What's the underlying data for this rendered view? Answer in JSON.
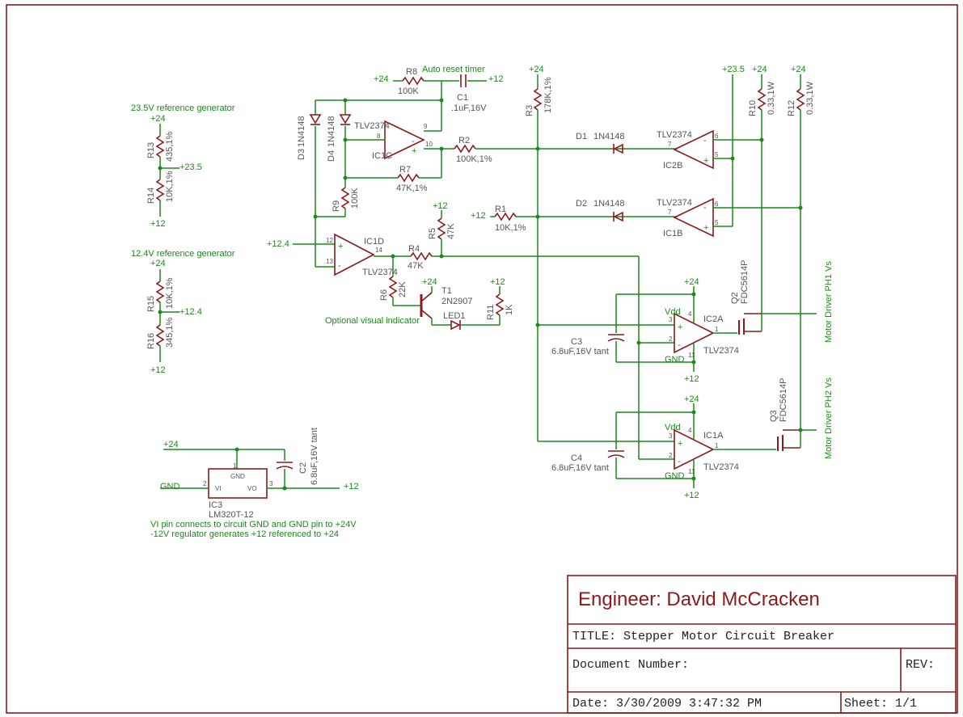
{
  "title_block": {
    "engineer": "Engineer: David McCracken",
    "title": "TITLE:  Stepper Motor Circuit Breaker",
    "document_number": "Document Number:",
    "rev": "REV:",
    "date": "Date: 3/30/2009 3:47:32 PM",
    "sheet": "Sheet: 1/1"
  },
  "notes": {
    "ref235": "23.5V reference generator",
    "ref124": "12.4V reference generator",
    "auto_reset": "Auto reset timer",
    "visual": "Optional visual indicator",
    "vi_note": "VI pin connects to circuit GND and GND pin to +24V",
    "reg_note": "-12V regulator generates +12 referenced to +24",
    "ph1": "Motor Driver PH1 Vs",
    "ph2": "Motor Driver PH2 Vs"
  },
  "nets": {
    "p24": "+24",
    "p12": "+12",
    "p235": "+23.5",
    "p124": "+12.4",
    "gnd": "GND"
  },
  "components": {
    "r8": {
      "name": "R8",
      "value": "100K"
    },
    "c1": {
      "name": "C1",
      "value": ".1uF,16V"
    },
    "r3": {
      "name": "R3",
      "value": "178K,1%"
    },
    "r10": {
      "name": "R10",
      "value": "0.33,1W"
    },
    "r12": {
      "name": "R12",
      "value": "0.33,1W"
    },
    "d3": {
      "name": "D3",
      "value": "1N4148"
    },
    "d4": {
      "name": "D4",
      "value": "1N4148"
    },
    "ic1c": {
      "name": "IC1C",
      "value": "TLV2374"
    },
    "r2": {
      "name": "R2",
      "value": "100K,1%"
    },
    "r7": {
      "name": "R7",
      "value": "47K,1%"
    },
    "r9": {
      "name": "R9",
      "value": "100K"
    },
    "d1": {
      "name": "D1",
      "value": "1N4148"
    },
    "d2": {
      "name": "D2",
      "value": "1N4148"
    },
    "ic2b": {
      "name": "IC2B",
      "value": "TLV2374"
    },
    "ic1b": {
      "name": "IC1B",
      "value": "TLV2374"
    },
    "r1": {
      "name": "R1",
      "value": "10K,1%"
    },
    "r5": {
      "name": "R5",
      "value": "47K"
    },
    "ic1d": {
      "name": "IC1D",
      "value": "TLV2374"
    },
    "r4": {
      "name": "R4",
      "value": "47K"
    },
    "r6": {
      "name": "R6",
      "value": "22K"
    },
    "t1": {
      "name": "T1",
      "value": "2N2907"
    },
    "led1": {
      "name": "LED1"
    },
    "r11": {
      "name": "R11",
      "value": "1K"
    },
    "r13": {
      "name": "R13",
      "value": "435,1%"
    },
    "r14": {
      "name": "R14",
      "value": "10K,1%"
    },
    "r15": {
      "name": "R15",
      "value": "10K,1%"
    },
    "r16": {
      "name": "R16",
      "value": "345,1%"
    },
    "q2": {
      "name": "Q2",
      "value": "FDC5614P"
    },
    "q3": {
      "name": "Q3",
      "value": "FDC5614P"
    },
    "ic2a": {
      "name": "IC2A",
      "value": "TLV2374"
    },
    "ic1a": {
      "name": "IC1A",
      "value": "TLV2374"
    },
    "c3": {
      "name": "C3",
      "value": "6.8uF,16V tant"
    },
    "c4": {
      "name": "C4",
      "value": "6.8uF,16V tant"
    },
    "c2": {
      "name": "C2",
      "value": "6.8uF,16V tant"
    },
    "ic3": {
      "name": "IC3",
      "value": "LM320T-12",
      "pin_gnd": "GND",
      "pin_vi": "VI",
      "pin_vo": "VO"
    }
  },
  "pins": {
    "vdd": "Vdd",
    "gnd": "GND",
    "n1": "1",
    "n2": "2",
    "n3": "3",
    "n4": "4",
    "n5": "5",
    "n6": "6",
    "n7": "7",
    "n8": "8",
    "n9": "9",
    "n10": "10",
    "n11": "11",
    "n12": "12",
    "n13": "13",
    "n14": "14",
    "plus": "+",
    "minus": "-"
  }
}
